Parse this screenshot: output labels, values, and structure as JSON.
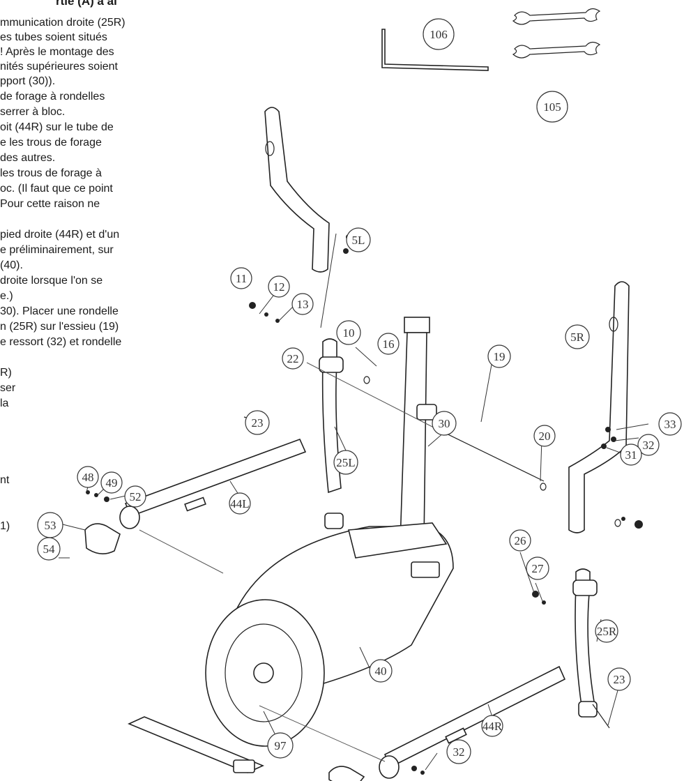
{
  "header": "rtie (A) à ai",
  "instructions": [
    "mmunication droite (25R)",
    "es tubes soient situés",
    "! Après le montage des",
    "nités supérieures soient",
    "pport (30)).",
    "de forage à rondelles",
    "serrer à bloc.",
    "oit (44R) sur le tube de",
    "e les trous de forage",
    "des autres.",
    "les trous de forage à",
    "oc. (Il faut que ce point",
    "Pour cette raison ne",
    "",
    "pied droite (44R) et d'un",
    "e préliminairement, sur",
    "(40).",
    "droite lorsque l'on se",
    "e.)",
    "30). Placer une rondelle",
    "n (25R) sur l'essieu (19)",
    "e ressort (32) et rondelle",
    "",
    "R)",
    "ser",
    "la",
    "",
    "",
    "",
    "",
    "nt",
    "",
    "",
    "1)"
  ],
  "part_labels": {
    "p106": "106",
    "p105": "105",
    "p5L": "5L",
    "p5R": "5R",
    "p11": "11",
    "p12": "12",
    "p13": "13",
    "p10": "10",
    "p16": "16",
    "p22": "22",
    "p19": "19",
    "p20": "20",
    "p33": "33",
    "p32a": "32",
    "p31": "31",
    "p23a": "23",
    "p25L": "25L",
    "p30": "30",
    "p48": "48",
    "p49": "49",
    "p52": "52",
    "p44L": "44L",
    "p53": "53",
    "p54": "54",
    "p26": "26",
    "p27": "27",
    "p25R": "25R",
    "p40": "40",
    "p23b": "23",
    "p44R": "44R",
    "p97": "97",
    "p32b": "32"
  }
}
